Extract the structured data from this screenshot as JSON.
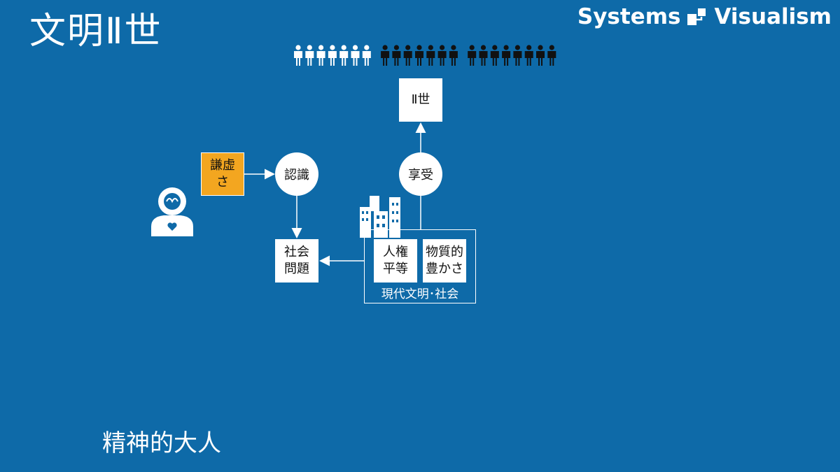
{
  "title": "文明Ⅱ世",
  "brand": {
    "name": "Systems  Visualism",
    "logo_icon": "systems-visualism-logo-icon"
  },
  "caption": "精神的大人",
  "nodes": {
    "humility": "謙虚\nさ",
    "recognition": "認識",
    "enjoyment": "享受",
    "second_gen": "Ⅱ世",
    "social_issues": "社会\n問題",
    "human_rights": "人権\n平等",
    "material_wealth": "物質的\n豊かさ",
    "civilization_label": "現代文明･社会"
  },
  "people": {
    "white_count": 7,
    "black_count": 15,
    "icon": "person-icon"
  },
  "colors": {
    "background": "#0e6aa8",
    "humility_fill": "#f3a620",
    "white": "#ffffff",
    "black": "#111111"
  },
  "icons": {
    "person_head": "mind-heart-person-icon",
    "buildings": "city-buildings-icon"
  }
}
